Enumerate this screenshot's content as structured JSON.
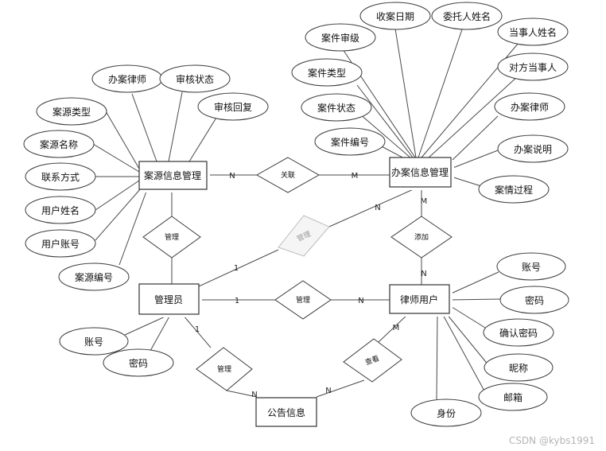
{
  "entities": {
    "source": "案源信息管理",
    "case": "办案信息管理",
    "admin": "管理员",
    "lawyer": "律师用户",
    "notice": "公告信息"
  },
  "relationships": {
    "related": "关联",
    "manage_source": "管理",
    "manage_case": "管理",
    "manage_lawyer": "管理",
    "add": "添加",
    "manage_notice": "管理",
    "view": "查看"
  },
  "attributes": {
    "source_type": "案源类型",
    "source_name": "案源名称",
    "contact": "联系方式",
    "user_name": "用户姓名",
    "user_account": "用户账号",
    "source_no": "案源编号",
    "src_lawyer": "办案律师",
    "audit_status": "审核状态",
    "audit_reply": "审核回复",
    "case_level": "案件审级",
    "receive_date": "收案日期",
    "client_name": "委托人姓名",
    "party_name": "当事人姓名",
    "opp_party": "对方当事人",
    "case_type": "案件类型",
    "case_status": "案件状态",
    "case_no": "案件编号",
    "case_lawyer": "办案律师",
    "case_desc": "办案说明",
    "case_process": "案情过程",
    "admin_account": "账号",
    "admin_password": "密码",
    "lw_account": "账号",
    "lw_password": "密码",
    "lw_confirm": "确认密码",
    "lw_nickname": "昵称",
    "lw_email": "邮箱",
    "lw_id": "身份"
  },
  "cardinalities": {
    "source_related": "N",
    "case_related": "M",
    "admin_case": "1",
    "case_admin": "N",
    "admin_lawyer": "1",
    "lawyer_admin": "N",
    "case_add": "M",
    "lawyer_add": "N",
    "admin_notice": "1",
    "notice_admin": "N",
    "notice_lawyer": "N",
    "lawyer_view": "M"
  },
  "watermark": "CSDN @kybs1991"
}
